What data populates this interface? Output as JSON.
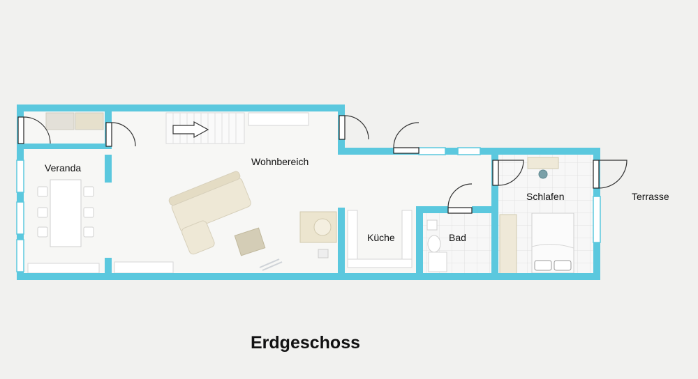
{
  "plan": {
    "title": "Erdgeschoss",
    "wall_color": "#5bc8de",
    "furniture_color": "#efe9d8",
    "rooms": {
      "veranda": "Veranda",
      "wohnbereich": "Wohnbereich",
      "kueche": "Küche",
      "bad": "Bad",
      "schlafen": "Schlafen",
      "terrasse": "Terrasse"
    }
  }
}
